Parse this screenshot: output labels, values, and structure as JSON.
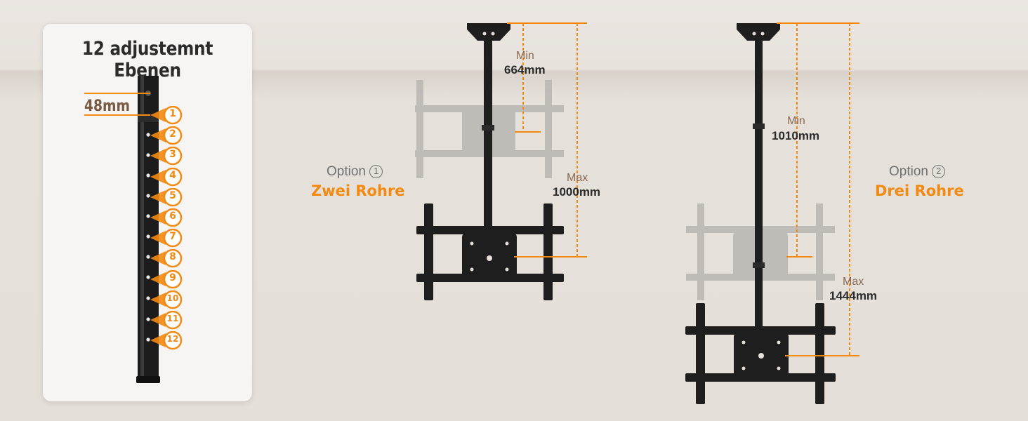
{
  "panel": {
    "title": "12 adjustemnt Ebenen",
    "spacing_label": "48mm",
    "levels": [
      "1",
      "2",
      "3",
      "4",
      "5",
      "6",
      "7",
      "8",
      "9",
      "10",
      "11",
      "12"
    ]
  },
  "option1": {
    "label": "Option",
    "number": "1",
    "name": "Zwei Rohre",
    "min_label": "Min",
    "min_value": "664mm",
    "max_label": "Max",
    "max_value": "1000mm"
  },
  "option2": {
    "label": "Option",
    "number": "2",
    "name": "Drei Rohre",
    "min_label": "Min",
    "min_value": "1010mm",
    "max_label": "Max",
    "max_value": "1444mm"
  },
  "colors": {
    "accent": "#F28A12",
    "mount_black": "#1E1E1E",
    "mount_ghost": "#B9B5B2",
    "label_brown": "#7A5A43"
  }
}
